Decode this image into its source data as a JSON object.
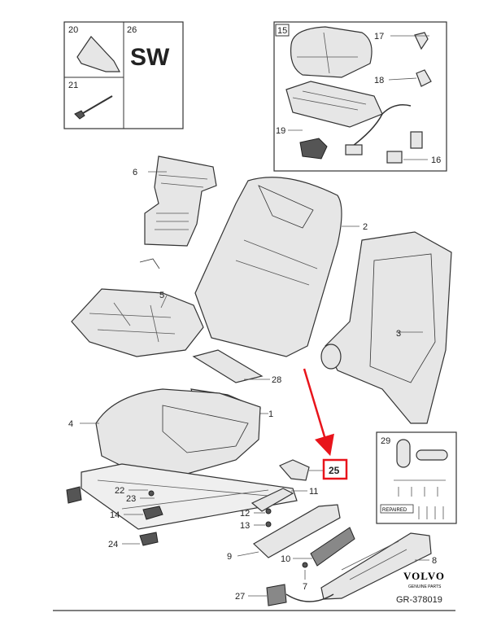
{
  "inset_top_left": {
    "cells": [
      {
        "label": "20"
      },
      {
        "label": "26",
        "text": "SW"
      },
      {
        "label": "21"
      }
    ]
  },
  "inset_top_right": {
    "label": "15",
    "callouts": [
      "17",
      "18",
      "19",
      "16"
    ]
  },
  "callouts": [
    "6",
    "2",
    "3",
    "5",
    "28",
    "1",
    "4",
    "25",
    "11",
    "22",
    "23",
    "12",
    "13",
    "14",
    "24",
    "9",
    "10",
    "7",
    "8",
    "27"
  ],
  "inset_bottom_right": {
    "label": "29",
    "tag": "REPAIRED"
  },
  "brand": {
    "logo": "VOLVO",
    "sub": "GENUINE PARTS",
    "code": "GR-378019"
  },
  "highlight": {
    "part": "25",
    "color": "#e8141b"
  }
}
